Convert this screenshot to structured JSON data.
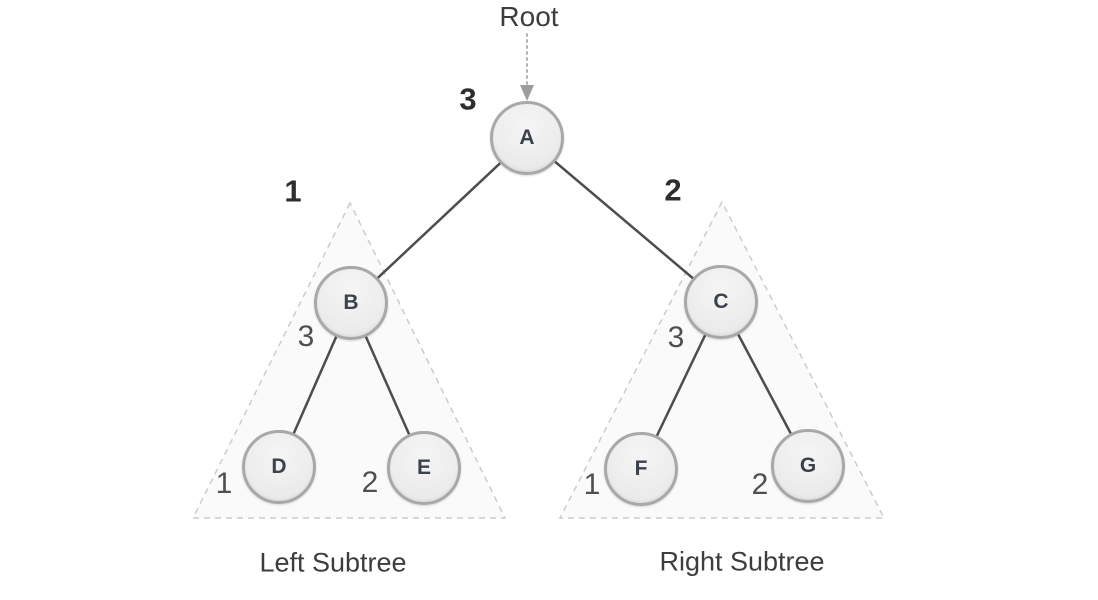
{
  "root_pointer": {
    "label": "Root"
  },
  "nodes": {
    "a": {
      "letter": "A",
      "order": "3"
    },
    "b": {
      "letter": "B",
      "order": "3"
    },
    "c": {
      "letter": "C",
      "order": "3"
    },
    "d": {
      "letter": "D",
      "order": "1"
    },
    "e": {
      "letter": "E",
      "order": "2"
    },
    "f": {
      "letter": "F",
      "order": "1"
    },
    "g": {
      "letter": "G",
      "order": "2"
    }
  },
  "edges": [
    {
      "from": "A",
      "to": "B"
    },
    {
      "from": "A",
      "to": "C"
    },
    {
      "from": "B",
      "to": "D"
    },
    {
      "from": "B",
      "to": "E"
    },
    {
      "from": "C",
      "to": "F"
    },
    {
      "from": "C",
      "to": "G"
    }
  ],
  "subtrees": {
    "left": {
      "order": "1",
      "caption": "Left Subtree"
    },
    "right": {
      "order": "2",
      "caption": "Right Subtree"
    }
  },
  "colors": {
    "node_fill": "#ededed",
    "node_border": "#a8a8a8",
    "edge": "#4d4d4d",
    "dashed_outline": "#cccccc",
    "text": "#3d3d3d"
  }
}
